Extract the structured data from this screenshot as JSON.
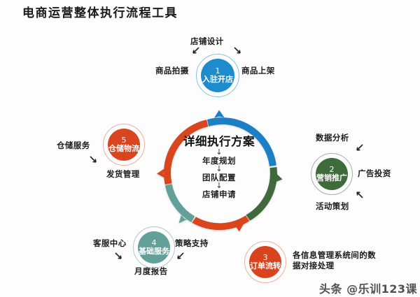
{
  "title": "电商运营整体执行流程工具",
  "center": {
    "heading": "详细执行方案",
    "arrow": "↓",
    "steps": [
      "年度规划",
      "团队配置",
      "店铺申请"
    ]
  },
  "ring": {
    "segments": [
      {
        "name": "blue-segment",
        "color": "#1e7fc4"
      },
      {
        "name": "green-segment",
        "color": "#3f6b3a"
      },
      {
        "name": "red-bottom-segment",
        "color": "#d9451f"
      },
      {
        "name": "teal-segment",
        "color": "#63a09a"
      },
      {
        "name": "red-left-segment",
        "color": "#d9451f"
      }
    ]
  },
  "nodes": [
    {
      "id": "node1",
      "number": "1",
      "label": "入驻开店",
      "color": "#1e8ccc",
      "halo": "#7fc4e8",
      "satellites": [
        {
          "name": "satellite-shop-design",
          "text": "店铺设计"
        },
        {
          "name": "satellite-product-photo",
          "text": "商品拍摄"
        },
        {
          "name": "satellite-product-list",
          "text": "商品上架"
        }
      ]
    },
    {
      "id": "node2",
      "number": "2",
      "label": "营销推广",
      "color": "#3f6b3a",
      "halo": "#9ab896",
      "satellites": [
        {
          "name": "satellite-data-analysis",
          "text": "数据分析"
        },
        {
          "name": "satellite-ad-investment",
          "text": "广告投资"
        },
        {
          "name": "satellite-event-planning",
          "text": "活动策划"
        }
      ]
    },
    {
      "id": "node3",
      "number": "3",
      "label": "订单流转",
      "color": "#d9441e",
      "halo": "#edb09c",
      "satellites": [
        {
          "name": "satellite-system-data",
          "text": "各信息管理系统间的数据对接处理"
        }
      ]
    },
    {
      "id": "node4",
      "number": "4",
      "label": "基础服务",
      "color": "#63a09a",
      "halo": "#a9cecb",
      "satellites": [
        {
          "name": "satellite-customer-service",
          "text": "客服中心"
        },
        {
          "name": "satellite-strategy-support",
          "text": "策略支持"
        },
        {
          "name": "satellite-monthly-report",
          "text": "月度报告"
        }
      ]
    },
    {
      "id": "node5",
      "number": "5",
      "label": "仓储物流",
      "color": "#d9451f",
      "halo": "#edb09c",
      "satellites": [
        {
          "name": "satellite-warehouse-service",
          "text": "仓储服务"
        },
        {
          "name": "satellite-shipping-mgmt",
          "text": "发货管理"
        }
      ]
    }
  ],
  "watermark": "头条 @乐训123课"
}
